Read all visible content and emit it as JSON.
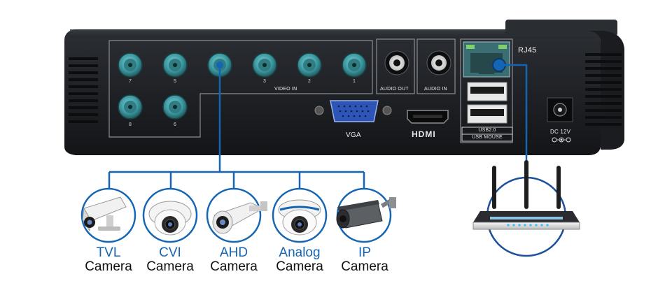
{
  "dvr_panel": {
    "rj45_label": "RJ45",
    "video_in_label": "VIDEO IN",
    "audio_out_label": "AUDIO OUT",
    "audio_in_label": "AUDIO IN",
    "vga_label": "VGA",
    "hdmi_label": "HDMI",
    "usb_label_1": "USB2.0",
    "usb_label_2": "USB MOUSE",
    "dc_label": "DC 12V",
    "bnc_top_row_numbers": [
      "7",
      "5",
      "",
      "3",
      "2",
      "1"
    ],
    "bnc_bottom_row_numbers": [
      "8",
      "6"
    ]
  },
  "cameras": [
    {
      "type": "TVL",
      "word": "Camera",
      "icon": "bullet-camera-icon"
    },
    {
      "type": "CVI",
      "word": "Camera",
      "icon": "dome-camera-icon"
    },
    {
      "type": "AHD",
      "word": "Camera",
      "icon": "bullet-camera-icon"
    },
    {
      "type": "Analog",
      "word": "Camera",
      "icon": "dome-camera-icon"
    },
    {
      "type": "IP",
      "word": "Camera",
      "icon": "zoom-bullet-camera-icon"
    }
  ],
  "router": {
    "icon": "wifi-router-icon"
  },
  "colors": {
    "accent_blue": "#1565b5",
    "connector_teal": "#3e9aa2",
    "panel_dark": "#1a1c20",
    "router_circle_stroke": "#1d4f9a"
  }
}
